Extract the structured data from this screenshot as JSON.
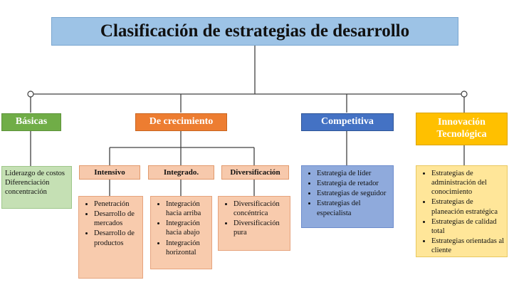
{
  "title": "Clasificación de estrategias de desarrollo",
  "categories": {
    "basicas": {
      "label": "Básicas",
      "items": [
        "Liderazgo de costos",
        "Diferenciación",
        "concentración"
      ]
    },
    "crecimiento": {
      "label": "De crecimiento",
      "subcategories": [
        {
          "label": "Intensivo",
          "items": [
            "Penetración",
            "Desarrollo de mercados",
            "Desarrollo de productos"
          ]
        },
        {
          "label": "Integrado.",
          "items": [
            "Integración hacia arriba",
            "Integración hacia abajo",
            "Integración horizontal"
          ]
        },
        {
          "label": "Diversificación",
          "items": [
            "Diversificación concéntrica",
            "Diversificación pura"
          ]
        }
      ]
    },
    "competitiva": {
      "label": "Competitiva",
      "items": [
        "Estrategia de líder",
        "Estrategia de retador",
        "Estrategias de seguidor",
        "Estrategias del especialista"
      ]
    },
    "innovacion": {
      "label": "Innovación Tecnológica",
      "items": [
        "Estrategias de administración del conocimiento",
        "Estrategias de planeación estratégica",
        "Estrategias de calidad total",
        "Estrategias orientadas al cliente"
      ]
    }
  },
  "colors": {
    "title": "#9dc3e6",
    "basicas": "#70ad47",
    "crecimiento": "#ed7d31",
    "competitiva": "#4472c4",
    "innovacion": "#ffc000"
  }
}
